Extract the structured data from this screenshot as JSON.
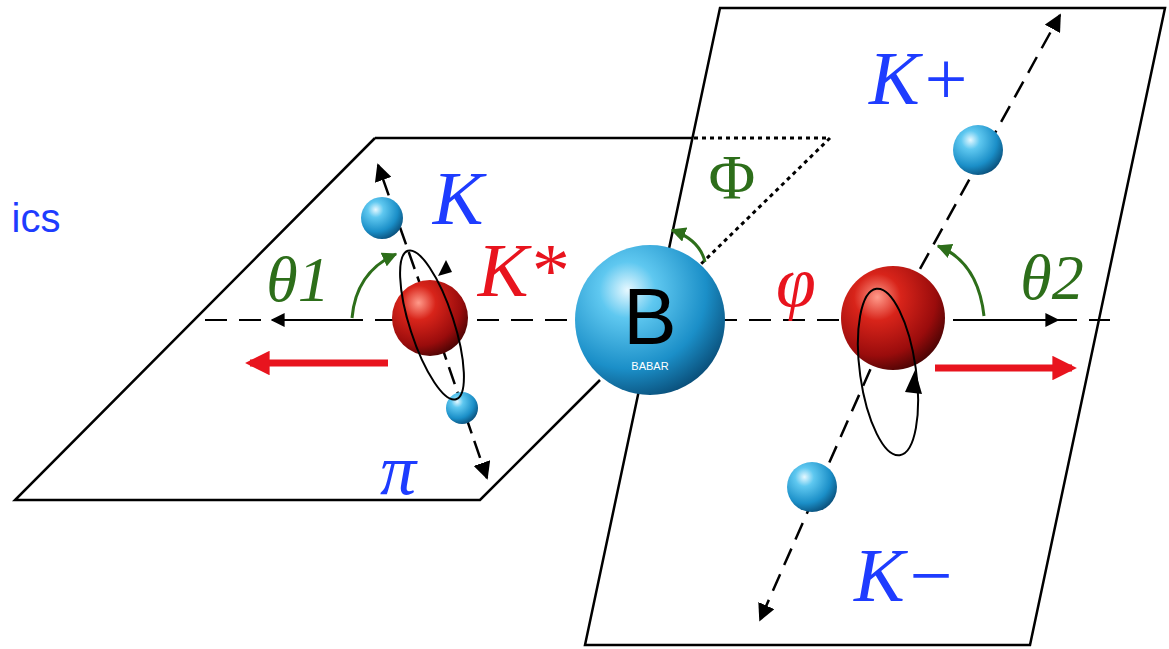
{
  "diagram": {
    "nodes": [
      {
        "text": [
          "B",
          "BABAR"
        ]
      }
    ],
    "labels": [
      "ics",
      "K",
      "K*",
      "θ1",
      "Φ",
      "π",
      "φ",
      "θ2",
      "K+",
      "K−"
    ]
  }
}
